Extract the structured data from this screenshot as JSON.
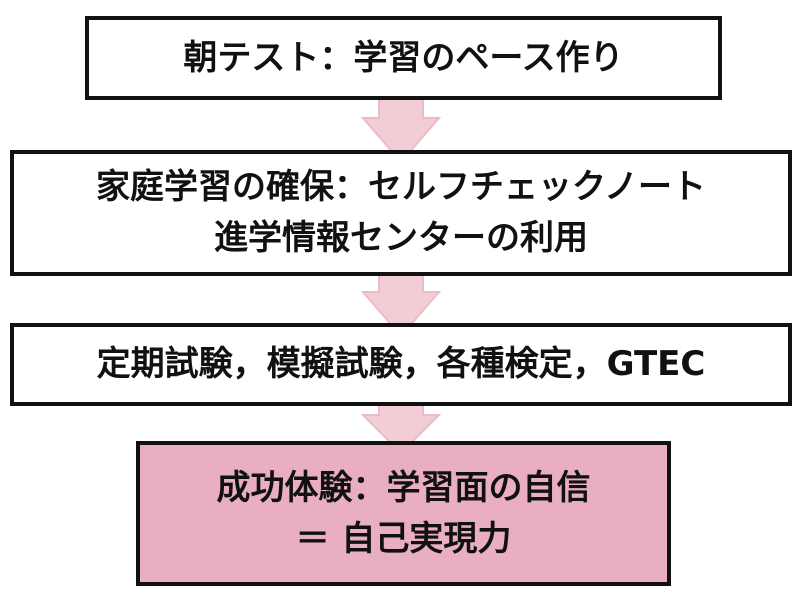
{
  "colors": {
    "arrow_fill": "#f3cdd5",
    "arrow_stroke": "#ebbcc6",
    "final_box_fill": "#e9aebf",
    "border": "#111111"
  },
  "steps": [
    {
      "lines": [
        "朝テスト：学習のペース作り"
      ]
    },
    {
      "lines": [
        "家庭学習の確保：セルフチェックノート",
        "進学情報センターの利用"
      ]
    },
    {
      "lines": [
        "定期試験，模擬試験，各種検定，GTEC"
      ]
    },
    {
      "lines": [
        "成功体験：学習面の自信",
        "＝ 自己実現力"
      ]
    }
  ]
}
